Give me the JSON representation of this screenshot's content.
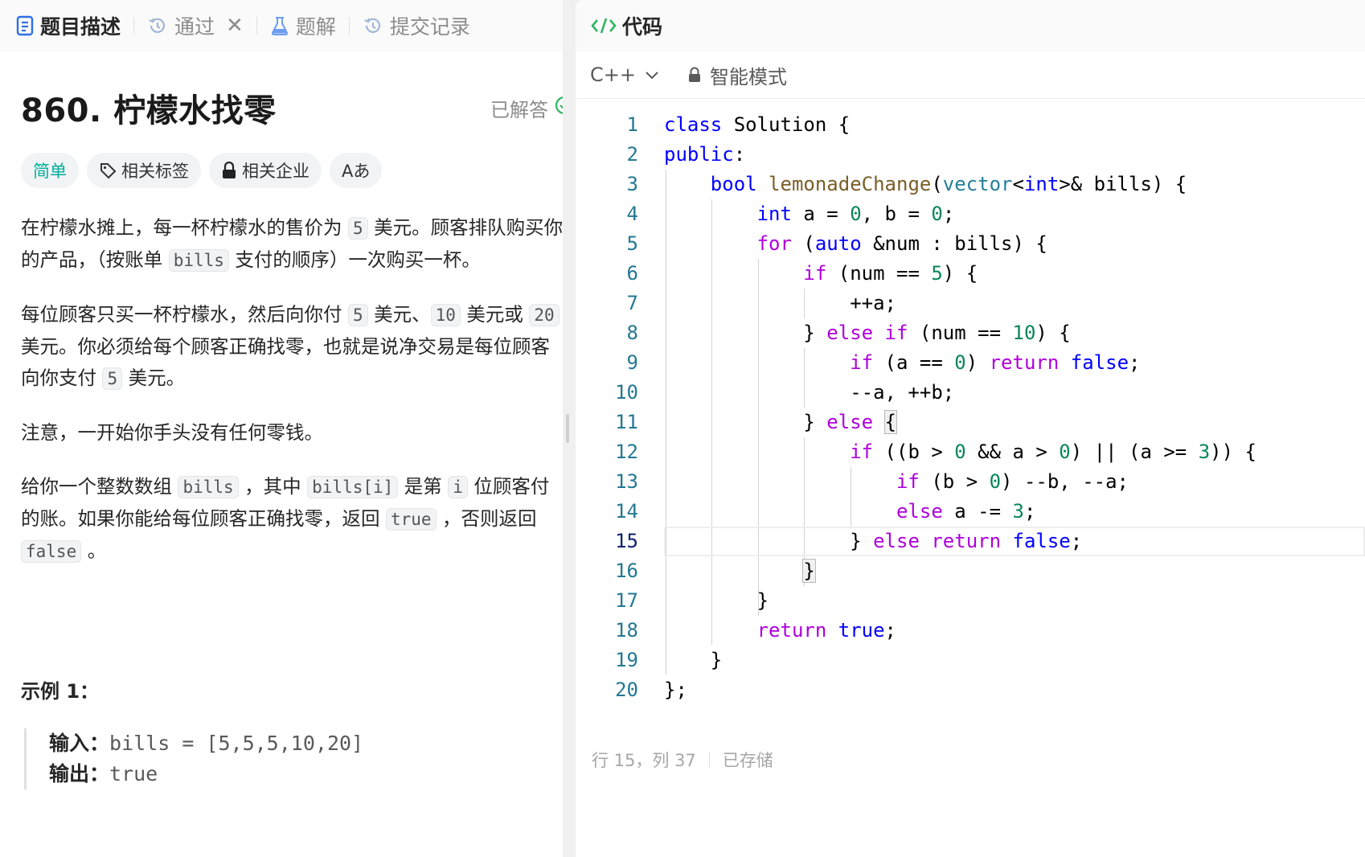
{
  "tabs": [
    {
      "label": "题目描述",
      "icon": "description-icon",
      "active": true
    },
    {
      "label": "通过",
      "icon": "history-icon",
      "closable": true
    },
    {
      "label": "题解",
      "icon": "flask-icon"
    },
    {
      "label": "提交记录",
      "icon": "history-icon"
    }
  ],
  "problem": {
    "title": "860. 柠檬水找零",
    "status": "已解答",
    "tags": {
      "difficulty": "简单",
      "related_tags": "相关标签",
      "related_companies": "相关企业",
      "font_toggle": "Aあ"
    },
    "p1": {
      "a": "在柠檬水摊上，每一杯柠檬水的售价为 ",
      "c1": "5",
      "b": " 美元。顾客排队购买你的产品，（按账单 ",
      "c2": "bills",
      "d": " 支付的顺序）一次购买一杯。"
    },
    "p2": {
      "a": "每位顾客只买一杯柠檬水，然后向你付 ",
      "c1": "5",
      "b": " 美元、",
      "c2": "10",
      "c": " 美元或 ",
      "c3": "20",
      "d": " 美元。你必须给每个顾客正确找零，也就是说净交易是每位顾客向你支付 ",
      "c4": "5",
      "e": " 美元。"
    },
    "p3": "注意，一开始你手头没有任何零钱。",
    "p4": {
      "a": "给你一个整数数组 ",
      "c1": "bills",
      "b": " ，其中 ",
      "c2": "bills[i]",
      "c": " 是第 ",
      "c3": "i",
      "d": " 位顾客付的账。如果你能给每位顾客正确找零，返回 ",
      "c4": "true",
      "e": " ，否则返回 ",
      "c5": "false",
      "f": " 。"
    },
    "example_title": "示例 1：",
    "example": {
      "input_label": "输入：",
      "input_value": "bills = [5,5,5,10,20]",
      "output_label": "输出：",
      "output_value": "true"
    }
  },
  "editor": {
    "header": "代码",
    "language": "C++",
    "mode": "智能模式",
    "lines": [
      "class Solution {",
      "public:",
      "    bool lemonadeChange(vector<int>& bills) {",
      "        int a = 0, b = 0;",
      "        for (auto &num : bills) {",
      "            if (num == 5) {",
      "                ++a;",
      "            } else if (num == 10) {",
      "                if (a == 0) return false;",
      "                --a, ++b;",
      "            } else {",
      "                if ((b > 0 && a > 0) || (a >= 3)) {",
      "                    if (b > 0) --b, --a;",
      "                    else a -= 3;",
      "                } else return false;",
      "            }",
      "        }",
      "        return true;",
      "    }",
      "};"
    ],
    "current_line": 15,
    "cursor": "行 15，列 37",
    "saved": "已存储"
  },
  "colors": {
    "easy": "#00af9b",
    "accent": "#2db55d",
    "keyword": "#0000ff",
    "control": "#af00db",
    "function": "#795e26",
    "type": "#267f99",
    "number": "#098658"
  }
}
